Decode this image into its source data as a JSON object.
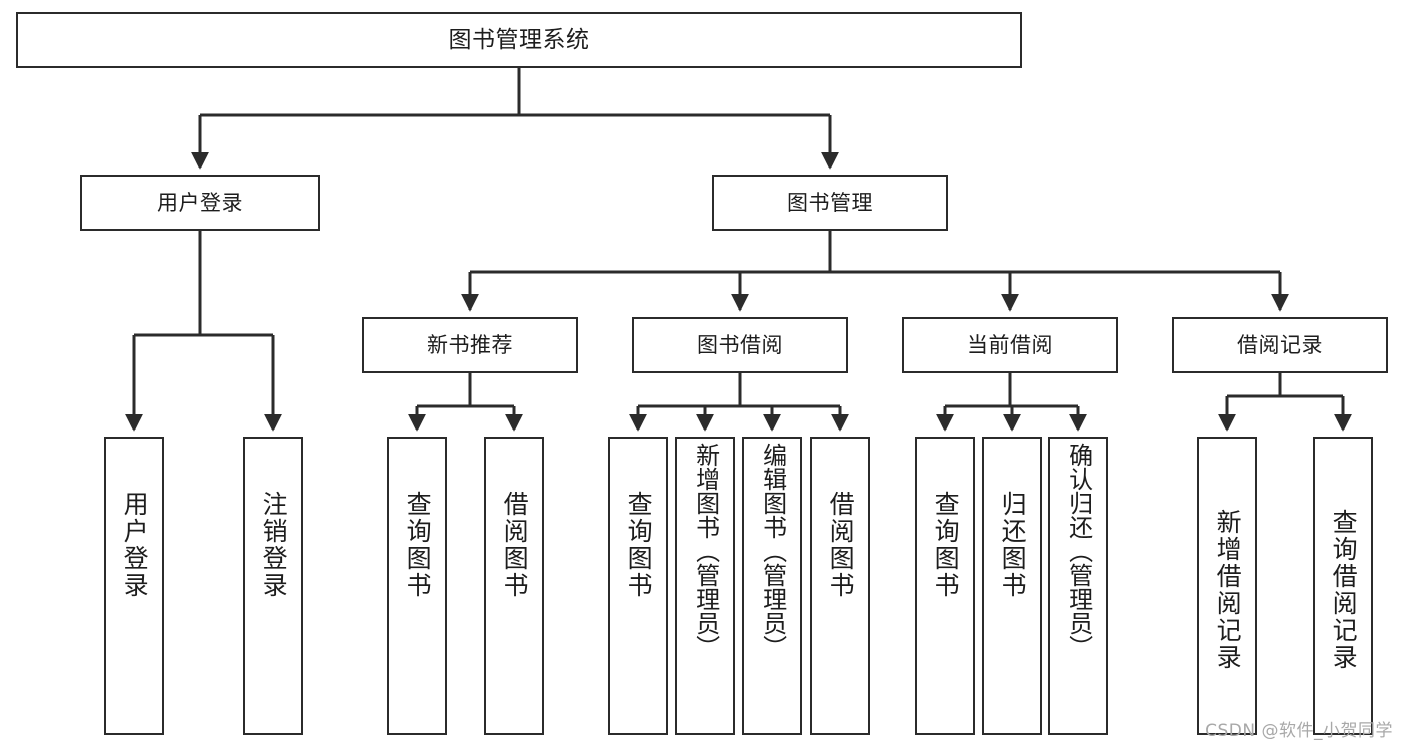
{
  "diagram": {
    "type": "tree",
    "title": "图书管理系统",
    "root": {
      "label": "图书管理系统"
    },
    "level1": [
      {
        "label": "用户登录"
      },
      {
        "label": "图书管理"
      }
    ],
    "level2": [
      {
        "label": "新书推荐"
      },
      {
        "label": "图书借阅"
      },
      {
        "label": "当前借阅"
      },
      {
        "label": "借阅记录"
      }
    ],
    "leaves": {
      "user_login": [
        {
          "label": "用户登录"
        },
        {
          "label": "注销登录"
        }
      ],
      "new_book_rec": [
        {
          "label": "查询图书"
        },
        {
          "label": "借阅图书"
        }
      ],
      "book_borrow": [
        {
          "label": "查询图书"
        },
        {
          "label": "新增图书（管理员）"
        },
        {
          "label": "编辑图书（管理员）"
        },
        {
          "label": "借阅图书"
        }
      ],
      "current_borrow": [
        {
          "label": "查询图书"
        },
        {
          "label": "归还图书"
        },
        {
          "label": "确认归还（管理员）"
        }
      ],
      "borrow_record": [
        {
          "label": "新增借阅记录"
        },
        {
          "label": "查询借阅记录"
        }
      ]
    }
  },
  "watermark": {
    "text": "CSDN @软件_小贺同学"
  },
  "colors": {
    "stroke": "#2b2b2b",
    "background": "#ffffff",
    "text": "#1d1d1d",
    "watermark": "#a8a8a8"
  }
}
